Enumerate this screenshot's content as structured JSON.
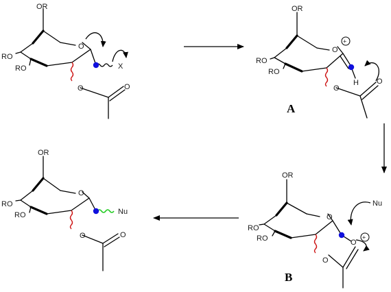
{
  "molecule_1": {
    "labels": {
      "or": "OR",
      "ro1": "RO",
      "ro2": "RO",
      "o_ring": "O",
      "leaving_group": "X",
      "o_ester": "O",
      "o_carbonyl": "O"
    }
  },
  "molecule_A": {
    "labels": {
      "or": "OR",
      "ro1": "RO",
      "ro2": "RO",
      "o_ring": "O",
      "h": "H",
      "o_ester": "O",
      "o_carbonyl": "O",
      "charge": "+"
    },
    "name": "A"
  },
  "molecule_B": {
    "labels": {
      "or": "OR",
      "ro1": "RO",
      "ro2": "RO",
      "o_ring": "O",
      "nucleophile": "Nu",
      "o_ester": "O",
      "o_carbonyl": "O",
      "charge": "+"
    },
    "name": "B"
  },
  "molecule_product": {
    "labels": {
      "or": "OR",
      "ro1": "RO",
      "ro2": "RO",
      "o_ring": "O",
      "nucleophile": "Nu",
      "o_ester": "O",
      "o_carbonyl": "O"
    }
  },
  "colors": {
    "anomeric_carbon": "#1010dd",
    "c2_wavy_bond": "#cc1111",
    "product_bond": "#22cc22",
    "bonds": "#000000"
  }
}
